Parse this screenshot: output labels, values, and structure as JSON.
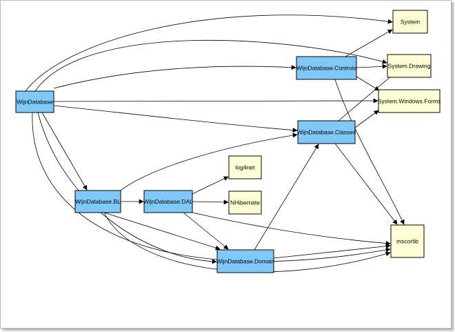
{
  "colors": {
    "project": "#7fc8f8",
    "external": "#ffffd6"
  },
  "nodes": [
    {
      "id": "wd",
      "label": "WijnDatabase",
      "kind": "project"
    },
    {
      "id": "ctrl",
      "label": "WijnDatabase.Controls",
      "kind": "project"
    },
    {
      "id": "cls",
      "label": "WijnDatabase.Classes",
      "kind": "project"
    },
    {
      "id": "bl",
      "label": "WijnDatabase.BL",
      "kind": "project"
    },
    {
      "id": "dal",
      "label": "WijnDatabase.DAL",
      "kind": "project"
    },
    {
      "id": "dom",
      "label": "WijnDatabase.Domain",
      "kind": "project"
    },
    {
      "id": "sys",
      "label": "System",
      "kind": "external"
    },
    {
      "id": "draw",
      "label": "System.Drawing",
      "kind": "external"
    },
    {
      "id": "swf",
      "label": "System.Windows.Forms",
      "kind": "external"
    },
    {
      "id": "log",
      "label": "log4net",
      "kind": "external"
    },
    {
      "id": "nh",
      "label": "NHibernate",
      "kind": "external"
    },
    {
      "id": "ms",
      "label": "mscorlib",
      "kind": "external"
    }
  ],
  "edges": [
    {
      "from": "wd",
      "to": "sys"
    },
    {
      "from": "wd",
      "to": "draw"
    },
    {
      "from": "wd",
      "to": "ctrl"
    },
    {
      "from": "wd",
      "to": "swf"
    },
    {
      "from": "wd",
      "to": "cls"
    },
    {
      "from": "wd",
      "to": "bl"
    },
    {
      "from": "wd",
      "to": "dom"
    },
    {
      "from": "wd",
      "to": "ms"
    },
    {
      "from": "ctrl",
      "to": "sys"
    },
    {
      "from": "ctrl",
      "to": "draw"
    },
    {
      "from": "ctrl",
      "to": "swf"
    },
    {
      "from": "ctrl",
      "to": "ms"
    },
    {
      "from": "cls",
      "to": "draw"
    },
    {
      "from": "cls",
      "to": "swf"
    },
    {
      "from": "cls",
      "to": "ms"
    },
    {
      "from": "bl",
      "to": "cls"
    },
    {
      "from": "bl",
      "to": "dal"
    },
    {
      "from": "bl",
      "to": "dom"
    },
    {
      "from": "bl",
      "to": "ms"
    },
    {
      "from": "dal",
      "to": "log"
    },
    {
      "from": "dal",
      "to": "nh"
    },
    {
      "from": "dal",
      "to": "dom"
    },
    {
      "from": "dal",
      "to": "ms"
    },
    {
      "from": "dom",
      "to": "cls"
    },
    {
      "from": "dom",
      "to": "ms"
    }
  ]
}
